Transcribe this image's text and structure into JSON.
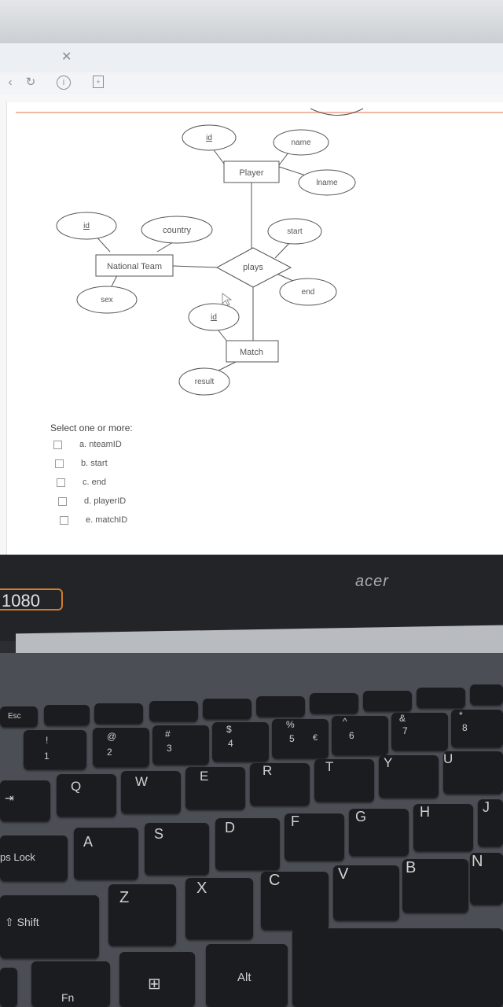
{
  "browser": {
    "close_glyph": "✕",
    "icons": [
      "back-arrow-icon",
      "reload-icon",
      "info-icon",
      "page-icon"
    ]
  },
  "diagram": {
    "entities": [
      "Player",
      "National Team",
      "Match"
    ],
    "relationship": "plays",
    "attributes": [
      "id",
      "name",
      "lname",
      "country",
      "start",
      "end",
      "sex",
      "result"
    ]
  },
  "question": {
    "prompt": "Select one or more:",
    "options": [
      "a. nteamID",
      "b. start",
      "c. end",
      "d. playerID",
      "e. matchID"
    ]
  },
  "laptop": {
    "brand": "acer",
    "badge": "1080",
    "keys": {
      "esc": "Esc",
      "row1": [
        "!",
        "1",
        "@",
        "2",
        "#",
        "3",
        "$",
        "4",
        "%",
        "5",
        "^",
        "6",
        "&",
        "7",
        "*",
        "8"
      ],
      "q": "Q",
      "w": "W",
      "e": "E",
      "r": "R",
      "t": "T",
      "y": "Y",
      "u": "U",
      "a": "A",
      "s": "S",
      "d": "D",
      "f": "F",
      "g": "G",
      "h": "H",
      "j": "J",
      "z": "Z",
      "x": "X",
      "c": "C",
      "v": "V",
      "b": "B",
      "n": "N",
      "caps": "ps Lock",
      "shift": "Shift",
      "fn": "Fn",
      "alt": "Alt",
      "euro": "€"
    }
  }
}
